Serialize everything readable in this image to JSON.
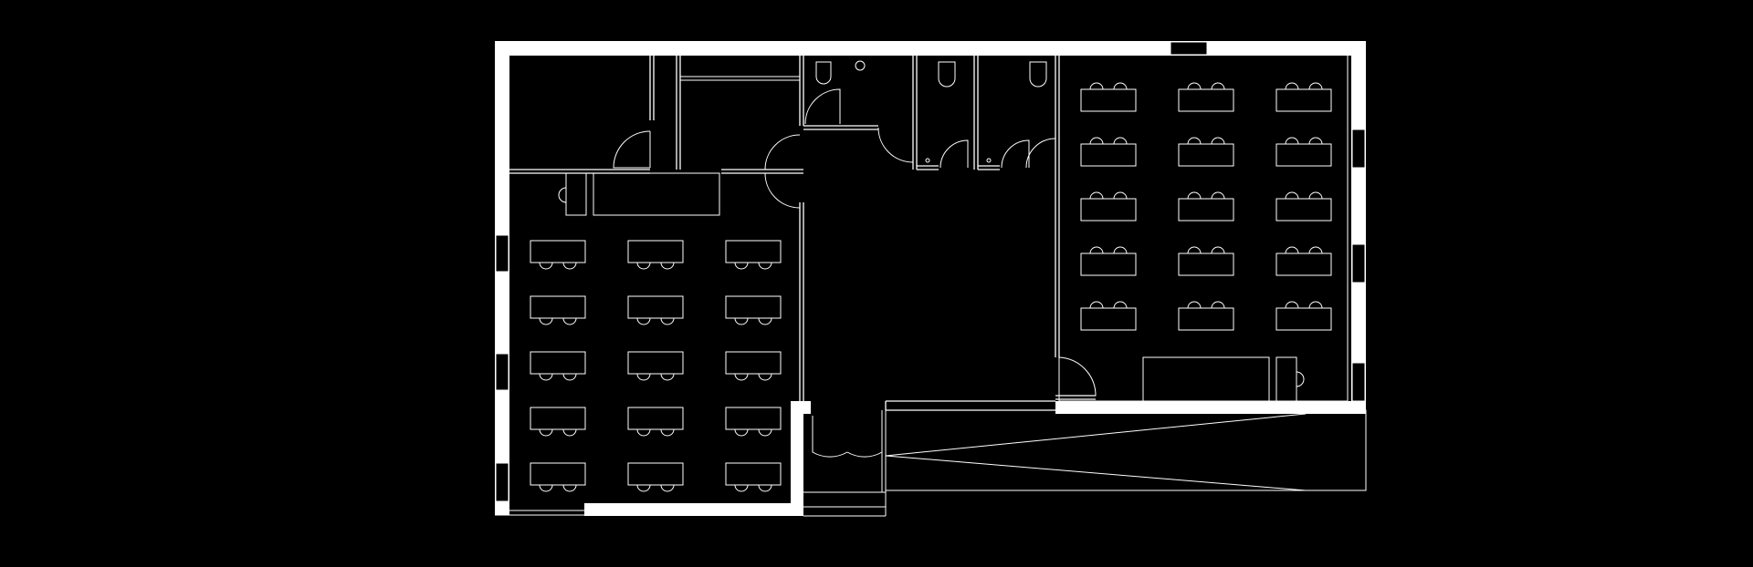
{
  "diagram": {
    "type": "floor-plan",
    "background": "#000000",
    "line_color": "#ffffff",
    "rooms": [
      {
        "name": "left-classroom",
        "desk_rows": 5,
        "desk_columns": 3,
        "desk_count": 15
      },
      {
        "name": "right-classroom",
        "desk_rows": 5,
        "desk_columns": 3,
        "desk_count": 15
      },
      {
        "name": "central-corridor"
      },
      {
        "name": "restroom-block",
        "toilets": 3
      },
      {
        "name": "entrance-ramp"
      }
    ]
  }
}
